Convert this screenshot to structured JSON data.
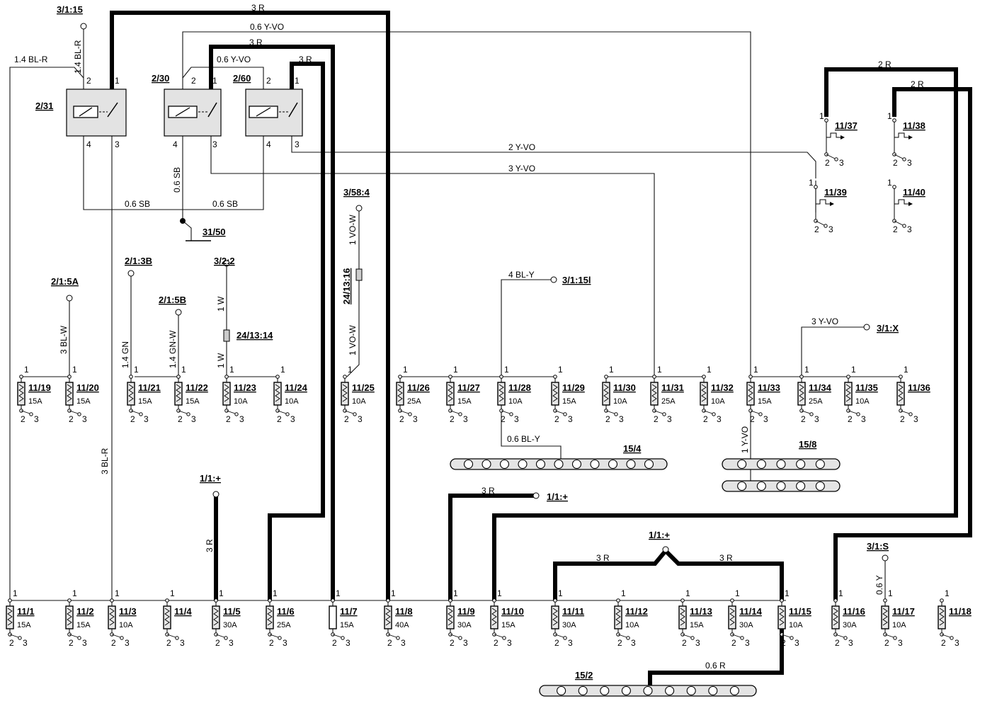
{
  "fuses": [
    {
      "id": "11/1",
      "amp": "15A"
    },
    {
      "id": "11/2",
      "amp": "15A"
    },
    {
      "id": "11/3",
      "amp": "10A"
    },
    {
      "id": "11/4",
      "amp": ""
    },
    {
      "id": "11/5",
      "amp": "30A"
    },
    {
      "id": "11/6",
      "amp": "25A"
    },
    {
      "id": "11/7",
      "amp": "15A"
    },
    {
      "id": "11/8",
      "amp": "40A"
    },
    {
      "id": "11/9",
      "amp": "30A"
    },
    {
      "id": "11/10",
      "amp": "15A"
    },
    {
      "id": "11/11",
      "amp": "30A"
    },
    {
      "id": "11/12",
      "amp": "10A"
    },
    {
      "id": "11/13",
      "amp": "15A"
    },
    {
      "id": "11/14",
      "amp": "30A"
    },
    {
      "id": "11/15",
      "amp": "10A"
    },
    {
      "id": "11/16",
      "amp": "30A"
    },
    {
      "id": "11/17",
      "amp": "10A"
    },
    {
      "id": "11/18",
      "amp": ""
    },
    {
      "id": "11/19",
      "amp": "15A"
    },
    {
      "id": "11/20",
      "amp": "15A"
    },
    {
      "id": "11/21",
      "amp": "15A"
    },
    {
      "id": "11/22",
      "amp": "15A"
    },
    {
      "id": "11/23",
      "amp": "10A"
    },
    {
      "id": "11/24",
      "amp": "10A"
    },
    {
      "id": "11/25",
      "amp": "10A"
    },
    {
      "id": "11/26",
      "amp": "25A"
    },
    {
      "id": "11/27",
      "amp": "15A"
    },
    {
      "id": "11/28",
      "amp": "10A"
    },
    {
      "id": "11/29",
      "amp": "15A"
    },
    {
      "id": "11/30",
      "amp": "10A"
    },
    {
      "id": "11/31",
      "amp": "25A"
    },
    {
      "id": "11/32",
      "amp": "10A"
    },
    {
      "id": "11/33",
      "amp": "15A"
    },
    {
      "id": "11/34",
      "amp": "25A"
    },
    {
      "id": "11/35",
      "amp": "10A"
    },
    {
      "id": "11/36",
      "amp": ""
    }
  ],
  "pin_labels": {
    "one": "1",
    "two": "2",
    "three": "3",
    "four": "4"
  },
  "relays": {
    "r1": "2/31",
    "r2": "2/30",
    "r3": "2/60"
  },
  "circuit_breakers": [
    "11/37",
    "11/38",
    "11/39",
    "11/40"
  ],
  "connectors": {
    "c1": "3/1:15",
    "c2": "31/50",
    "c3": "3/58:4",
    "c4": "24/13:16",
    "c5": "2/1:5A",
    "c6": "2/1:3B",
    "c7": "2/1:5B",
    "c8": "3/2:2",
    "c9": "24/13:14",
    "c10": "3/1:15l",
    "c11": "3/1:X",
    "c12": "15/4",
    "c13": "15/8",
    "c14": "1/1:+",
    "c15": "1/1:+",
    "c16": "1/1:+",
    "c17": "3/1:S",
    "c18": "15/2"
  },
  "wires": {
    "w1": "3 R",
    "w2": "0.6 Y-VO",
    "w3": "3 R",
    "w4": "0.6 Y-VO",
    "w5": "3 R",
    "w6": "1.4 BL-R",
    "w7": "1.4 BL-R",
    "w8": "0.6 SB",
    "w9": "0.6 SB",
    "w10": "0.6 SB",
    "w11": "2 Y-VO",
    "w12": "3 Y-VO",
    "w13": "2 R",
    "w14": "2 R",
    "w15": "1 VO-W",
    "w16": "1 VO-W",
    "w17": "4 BL-Y",
    "w18": "3 Y-VO",
    "w19": "3 BL-W",
    "w20": "1.4 GN",
    "w21": "1.4 GN-W",
    "w22": "1 W",
    "w23": "1 W",
    "w24": "3 BL-R",
    "w25": "0.6 BL-Y",
    "w26": "1 Y-VO",
    "w27": "3 R",
    "w28": "3 R",
    "w29": "3 R",
    "w30": "3 R",
    "w31": "0.6 Y",
    "w32": "0.6 R"
  },
  "colors": {
    "wire": "#000000",
    "fuse_fill": "#e6e6e6",
    "relay_fill": "#e3e3e3",
    "bus_fill": "#e4e4e4"
  }
}
